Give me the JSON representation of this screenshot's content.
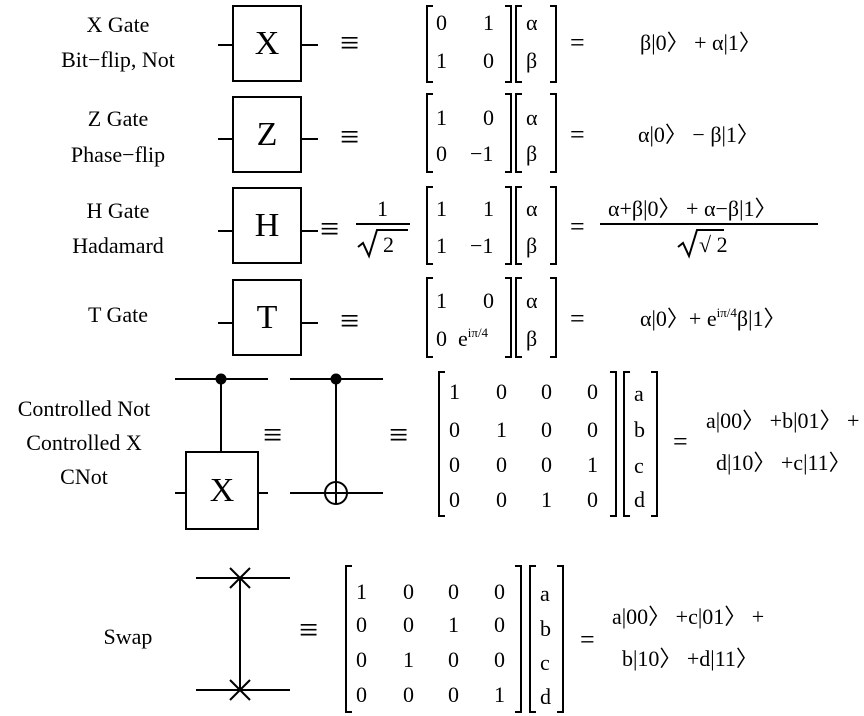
{
  "symbols": {
    "equiv": "≡",
    "equals": "="
  },
  "x_gate": {
    "name": "X Gate",
    "alias": "Bit−flip, Not",
    "symbol": "X",
    "matrix": [
      [
        "0",
        "1"
      ],
      [
        "1",
        "0"
      ]
    ],
    "vector": [
      "α",
      "β"
    ],
    "result": "β|0〉 + α|1〉"
  },
  "z_gate": {
    "name": "Z Gate",
    "alias": "Phase−flip",
    "symbol": "Z",
    "matrix": [
      [
        "1",
        "0"
      ],
      [
        "0",
        "−1"
      ]
    ],
    "vector": [
      "α",
      "β"
    ],
    "result": "α|0〉 − β|1〉"
  },
  "h_gate": {
    "name": "H Gate",
    "alias": "Hadamard",
    "symbol": "H",
    "prefactor_numerator": "1",
    "prefactor_denominator": "√ 2",
    "matrix": [
      [
        "1",
        "1"
      ],
      [
        "1",
        "−1"
      ]
    ],
    "vector": [
      "α",
      "β"
    ],
    "result_numerator": "α+β|0〉 + α−β|1〉",
    "result_denominator": "√ 2"
  },
  "t_gate": {
    "name": "T Gate",
    "symbol": "T",
    "matrix_row1": [
      "1",
      "0"
    ],
    "matrix_row2_a": "0",
    "matrix_row2_b_base": "e",
    "matrix_row2_b_sup": "iπ/4",
    "vector": [
      "α",
      "β"
    ],
    "result_part1": "α|0〉+ e",
    "result_sup": "iπ/4",
    "result_part2": "β|1〉"
  },
  "cnot": {
    "names": [
      "Controlled Not",
      "Controlled X",
      "CNot"
    ],
    "symbol": "X",
    "matrix": [
      [
        "1",
        "0",
        "0",
        "0"
      ],
      [
        "0",
        "1",
        "0",
        "0"
      ],
      [
        "0",
        "0",
        "0",
        "1"
      ],
      [
        "0",
        "0",
        "1",
        "0"
      ]
    ],
    "vector": [
      "a",
      "b",
      "c",
      "d"
    ],
    "result_line1": "a|00〉 +b|01〉 +",
    "result_line2": "d|10〉 +c|11〉"
  },
  "swap": {
    "name": "Swap",
    "matrix": [
      [
        "1",
        "0",
        "0",
        "0"
      ],
      [
        "0",
        "0",
        "1",
        "0"
      ],
      [
        "0",
        "1",
        "0",
        "0"
      ],
      [
        "0",
        "0",
        "0",
        "1"
      ]
    ],
    "vector": [
      "a",
      "b",
      "c",
      "d"
    ],
    "result_line1": "a|00〉 +c|01〉 +",
    "result_line2": "b|10〉 +d|11〉"
  }
}
